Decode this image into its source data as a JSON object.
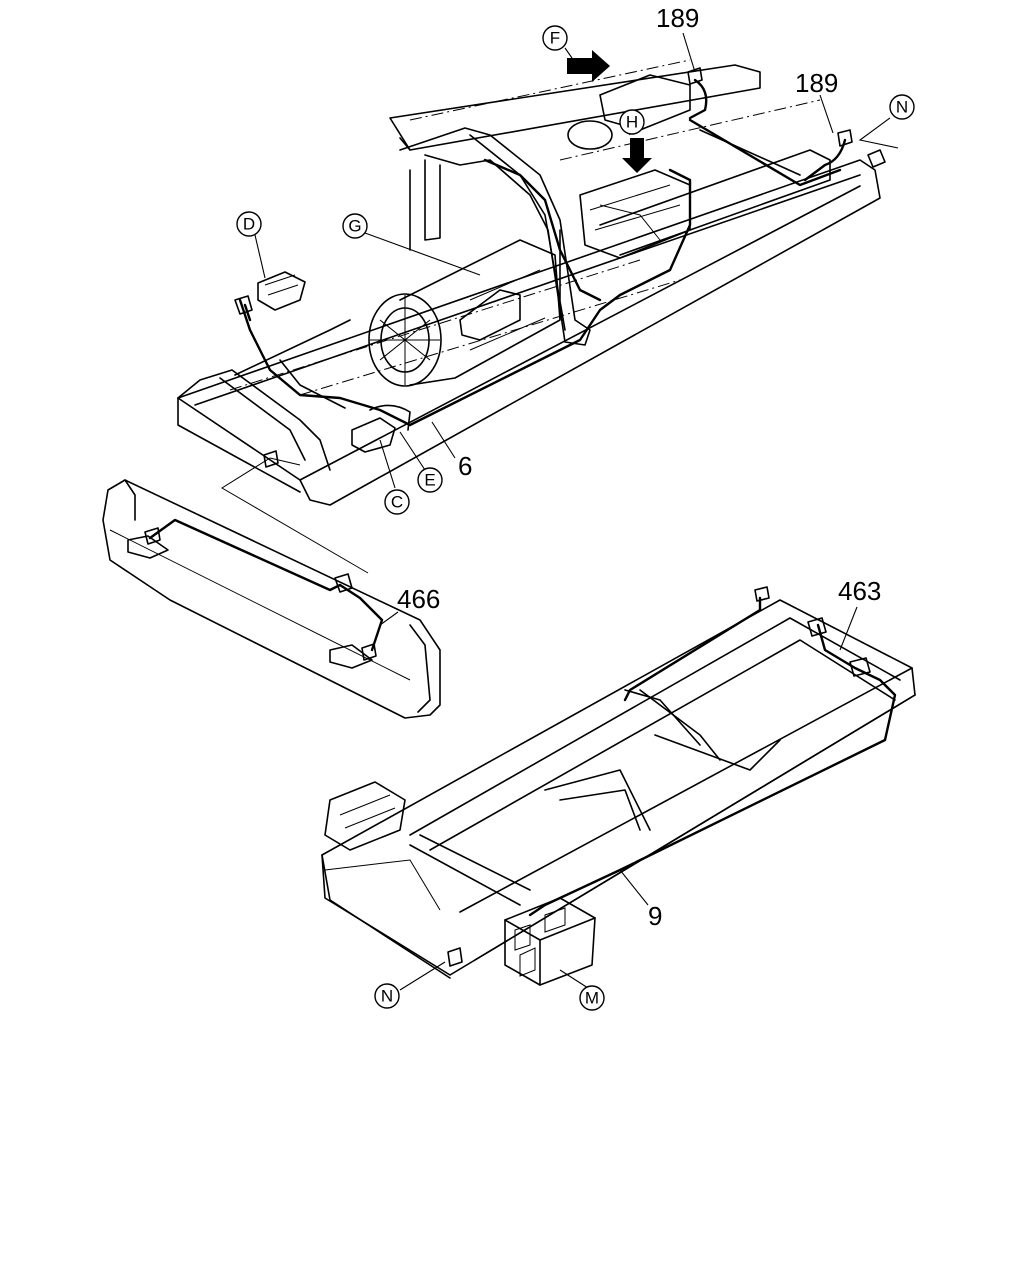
{
  "callouts": {
    "F": "F",
    "H": "H",
    "N_top": "N",
    "D": "D",
    "G": "G",
    "C": "C",
    "E": "E",
    "M": "M",
    "N_bottom": "N"
  },
  "part_numbers": {
    "p189_top": "189",
    "p189_right": "189",
    "p6": "6",
    "p466": "466",
    "p463": "463",
    "p9": "9"
  }
}
